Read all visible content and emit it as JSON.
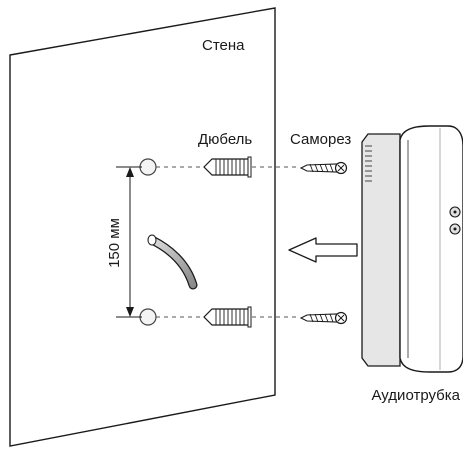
{
  "labels": {
    "wall": "Стена",
    "dowel": "Дюбель",
    "screw": "Саморез",
    "handset": "Аудиотрубка",
    "distance": "150 мм"
  }
}
